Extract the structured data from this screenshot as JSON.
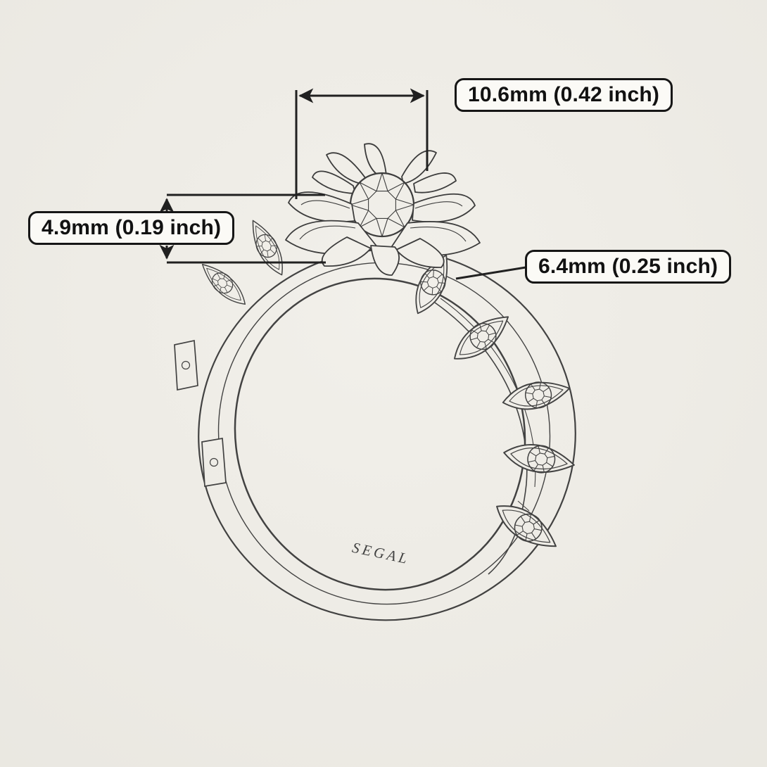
{
  "drawing": {
    "brand_engraving": "SEGAL"
  },
  "dimensions": {
    "flower_width": {
      "label": "10.6mm (0.42 inch)"
    },
    "flower_height": {
      "label": "4.9mm (0.19 inch)"
    },
    "band_width": {
      "label": "6.4mm (0.25 inch)"
    }
  },
  "colors": {
    "paper": "#f1efe9",
    "ink": "#333333",
    "dimension_ink": "#161616",
    "label_background": "#fbfaf6",
    "label_border": "#161616"
  }
}
